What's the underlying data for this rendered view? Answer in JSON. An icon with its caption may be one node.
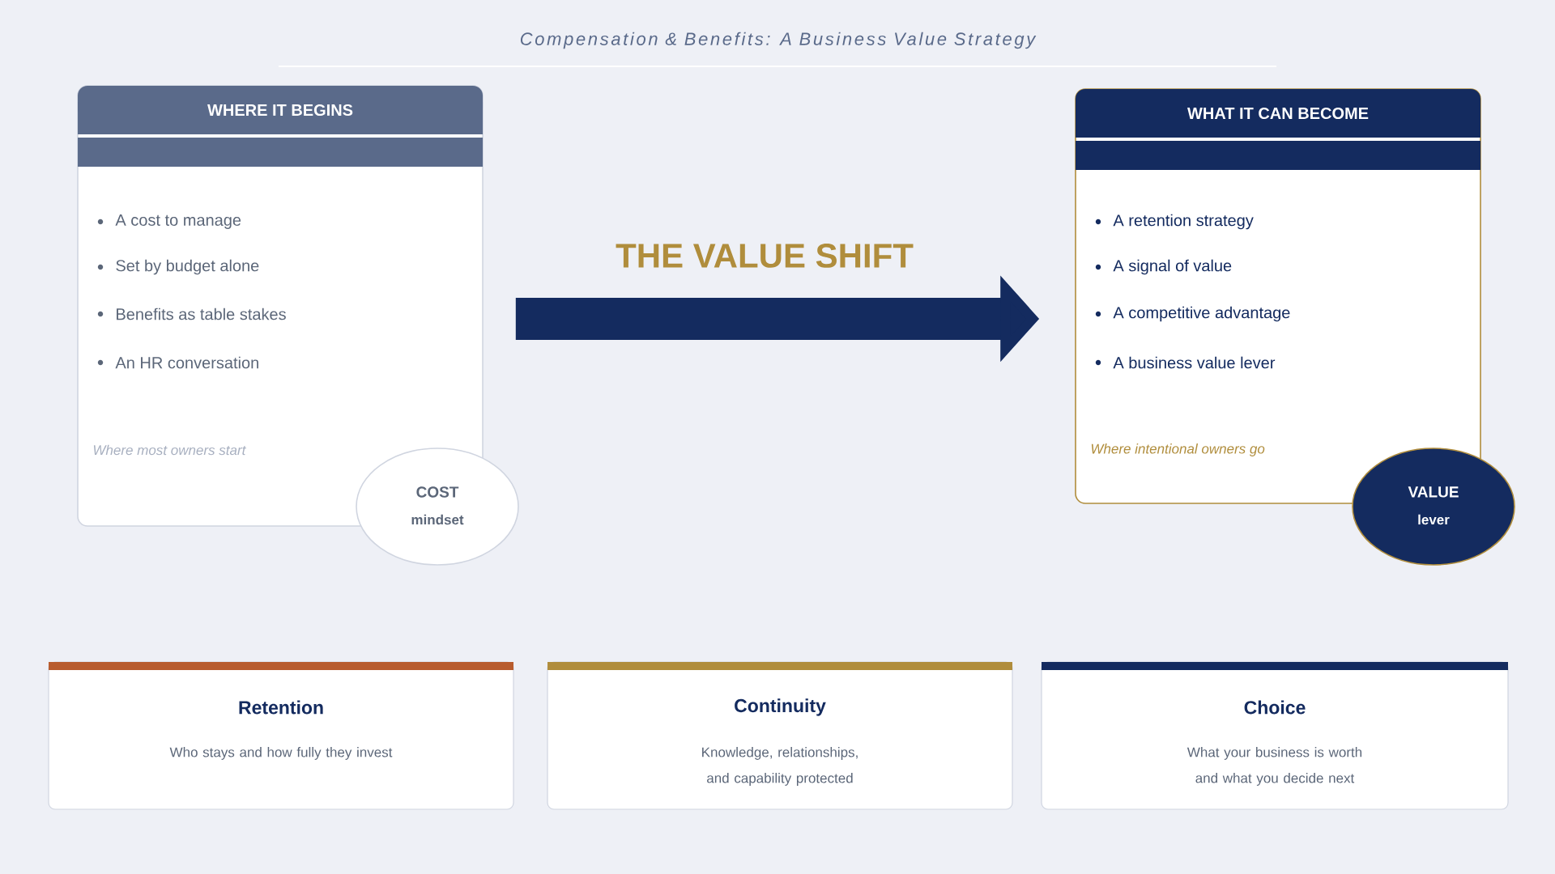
{
  "diagram": {
    "title": "Compensation & Benefits: A Business Value Strategy",
    "nodes": [
      {
        "text": [
          "WHERE IT BEGINS",
          "A cost to manage",
          "Set by budget alone",
          "Benefits as table stakes",
          "An HR conversation",
          "Where most owners start"
        ]
      },
      {
        "text": [
          "COST",
          "mindset"
        ]
      },
      {
        "text": [
          "WHAT IT CAN BECOME",
          "A retention strategy",
          "A signal of value",
          "A competitive advantage",
          "A business value lever",
          "Where intentional owners go"
        ]
      },
      {
        "text": [
          "VALUE",
          "lever"
        ]
      },
      {
        "text": [
          "Retention",
          "Who stays and how fully they invest"
        ]
      },
      {
        "text": [
          "Continuity",
          "Knowledge, relationships, and capability protected"
        ]
      },
      {
        "text": [
          "Choice",
          "What your business is worth and what you decide next"
        ]
      }
    ],
    "edges": [
      {
        "from": 0,
        "to": 2,
        "arrow": "to",
        "label": "THE VALUE SHIFT"
      }
    ]
  }
}
